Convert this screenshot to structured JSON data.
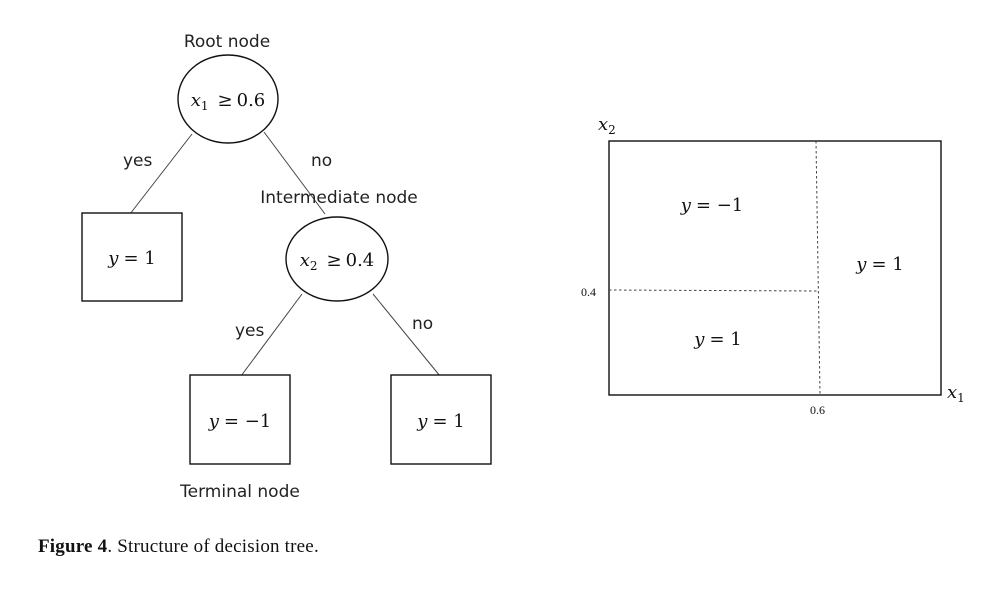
{
  "tree": {
    "root": {
      "caption": "Root node",
      "var": "x",
      "sub": "1",
      "op": "≥",
      "threshold": "0.6"
    },
    "root_yes_edge": "yes",
    "root_no_edge": "no",
    "leaf_left": {
      "lhs": "y",
      "eq": "= 1"
    },
    "intermediate": {
      "caption": "Intermediate node",
      "var": "x",
      "sub": "2",
      "op": "≥",
      "threshold": "0.4"
    },
    "mid_yes_edge": "yes",
    "mid_no_edge": "no",
    "leaf_mid_left": {
      "lhs": "y",
      "eq": "= −1"
    },
    "leaf_mid_right": {
      "lhs": "y",
      "eq": "= 1"
    },
    "terminal_caption": "Terminal node"
  },
  "partition": {
    "y_axis": {
      "var": "x",
      "sub": "2"
    },
    "x_axis": {
      "var": "x",
      "sub": "1"
    },
    "x_split": "0.6",
    "y_split": "0.4",
    "region_top_left": {
      "lhs": "y",
      "eq": "= −1"
    },
    "region_bottom_left": {
      "lhs": "y",
      "eq": "= 1"
    },
    "region_right": {
      "lhs": "y",
      "eq": "= 1"
    }
  },
  "caption": {
    "label": "Figure 4",
    "text": ". Structure of decision tree."
  }
}
